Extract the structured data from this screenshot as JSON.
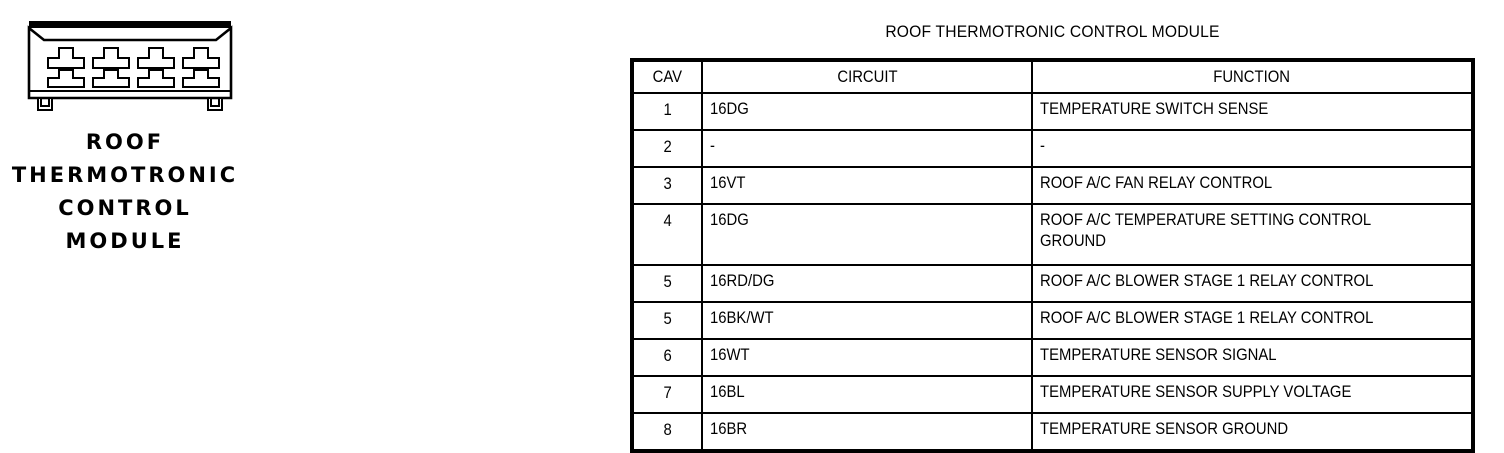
{
  "connector": {
    "caption_lines": [
      "ROOF",
      "THERMOTRONIC",
      "CONTROL",
      "MODULE"
    ],
    "cavity_count": 8,
    "cavity_rows": 2,
    "cavity_columns": 4,
    "icon": "connector-housing-8-cavity"
  },
  "table": {
    "title": "ROOF THERMOTRONIC CONTROL MODULE",
    "headers": [
      "CAV",
      "CIRCUIT",
      "FUNCTION"
    ],
    "rows": [
      {
        "cav": "1",
        "circuit": "16DG",
        "function": "TEMPERATURE SWITCH SENSE",
        "tall": false
      },
      {
        "cav": "2",
        "circuit": "-",
        "function": "-",
        "tall": false
      },
      {
        "cav": "3",
        "circuit": "16VT",
        "function": "ROOF A/C FAN RELAY CONTROL",
        "tall": false
      },
      {
        "cav": "4",
        "circuit": "16DG",
        "function": "ROOF A/C TEMPERATURE SETTING CONTROL\nGROUND",
        "tall": true
      },
      {
        "cav": "5",
        "circuit": "16RD/DG",
        "function": "ROOF A/C BLOWER STAGE 1 RELAY CONTROL",
        "tall": false
      },
      {
        "cav": "5",
        "circuit": "16BK/WT",
        "function": "ROOF A/C BLOWER STAGE 1 RELAY CONTROL",
        "tall": false
      },
      {
        "cav": "6",
        "circuit": "16WT",
        "function": "TEMPERATURE SENSOR SIGNAL",
        "tall": false
      },
      {
        "cav": "7",
        "circuit": "16BL",
        "function": "TEMPERATURE SENSOR SUPPLY VOLTAGE",
        "tall": false
      },
      {
        "cav": "8",
        "circuit": "16BR",
        "function": "TEMPERATURE SENSOR GROUND",
        "tall": false
      }
    ]
  },
  "colors": {
    "ink": "#000000",
    "paper": "#ffffff"
  }
}
